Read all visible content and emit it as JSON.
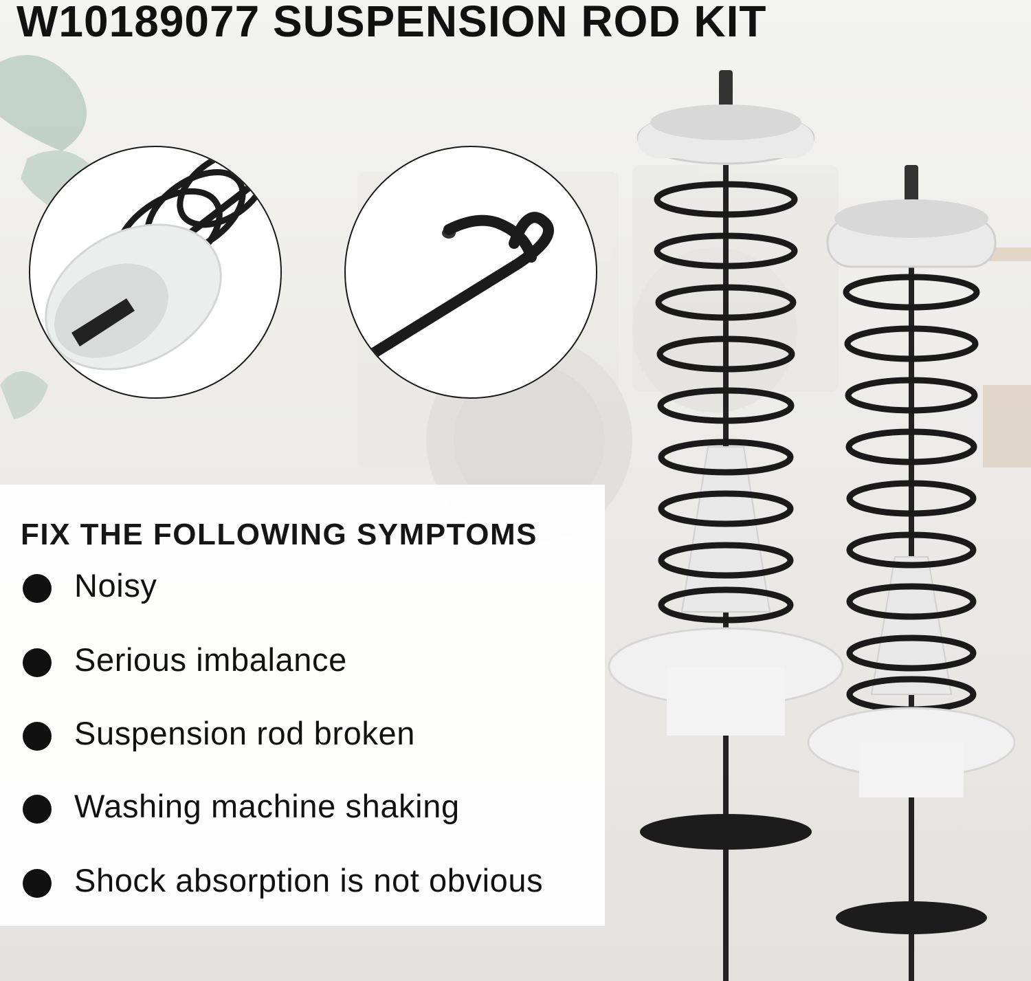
{
  "title": "W10189077 SUSPENSION ROD KIT",
  "panel": {
    "heading": "FIX THE FOLLOWING SYMPTOMS",
    "symptoms": [
      "Noisy",
      "Serious imbalance",
      "Suspension rod broken",
      "Washing machine shaking",
      "Shock absorption is not obvious"
    ]
  },
  "colors": {
    "text": "#111111",
    "spring": "#1a1a1a",
    "plastic": "#eeeeee",
    "panel": "#ffffff"
  },
  "icons": [
    "bullet-icon"
  ]
}
